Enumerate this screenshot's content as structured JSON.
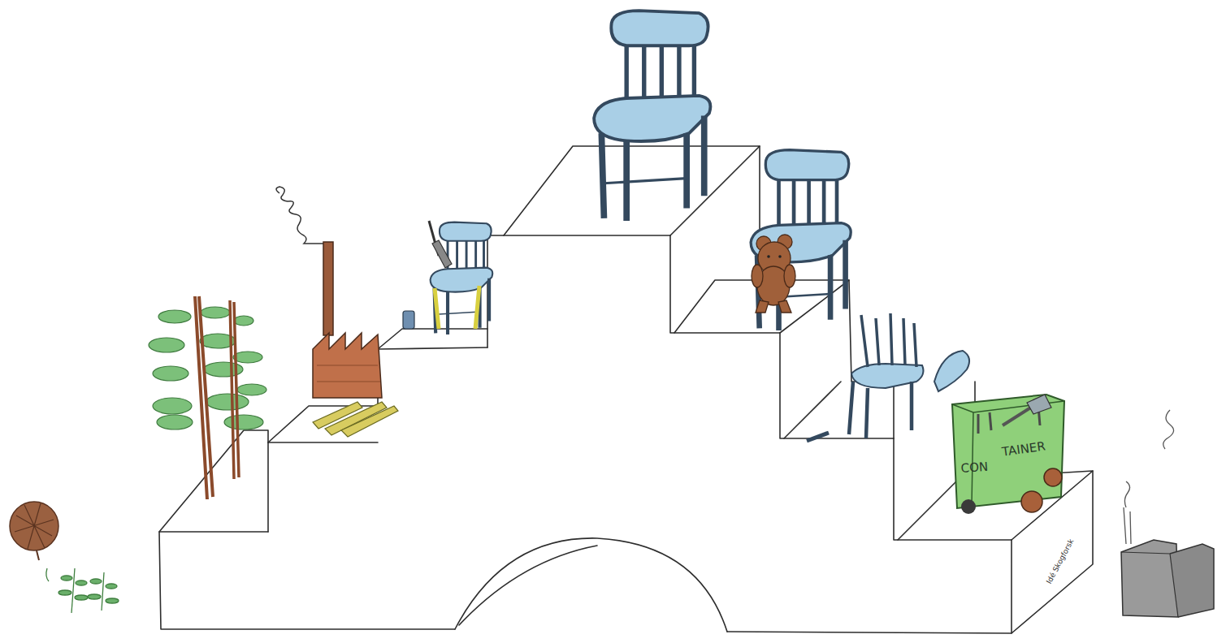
{
  "diagram": {
    "nodes": [
      {
        "text": [
          "CON",
          "TAINER"
        ]
      }
    ],
    "labels": [
      "Idé Skogforsk"
    ]
  }
}
